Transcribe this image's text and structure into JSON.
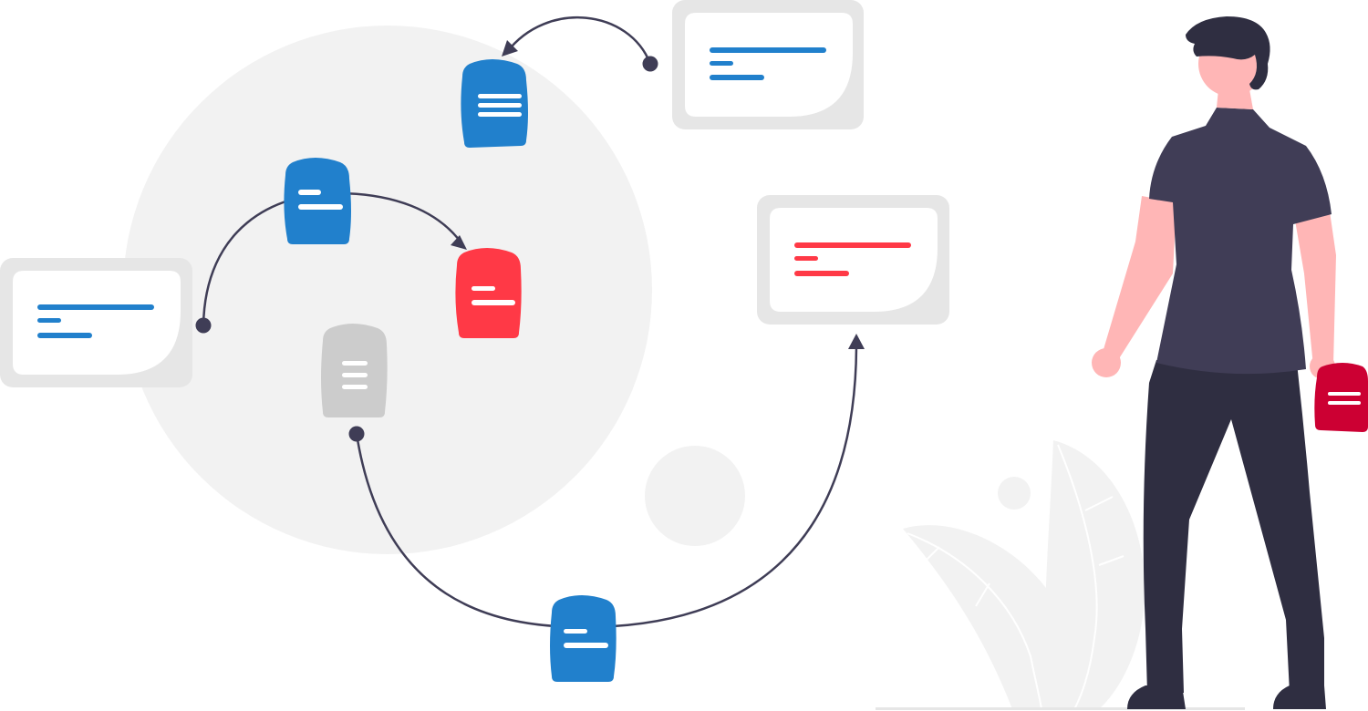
{
  "colors": {
    "background": "#ffffff",
    "circle_light": "#f2f2f2",
    "card_frame": "#e6e6e6",
    "card_inner": "#ffffff",
    "doc_blue": "#2180cc",
    "doc_red": "#ff3946",
    "doc_gray": "#cccccc",
    "doc_dark_red": "#cc0033",
    "connector": "#3f3d56",
    "line_white": "#ffffff",
    "shirt": "#403d56",
    "pants": "#2f2e41",
    "skin": "#ffb6b6",
    "hair": "#2f2e41",
    "plant": "#f2f2f2",
    "ground": "#e6e6e6"
  },
  "illustration": {
    "cards": [
      {
        "name": "card-top-blue",
        "accent": "blue"
      },
      {
        "name": "card-left-blue",
        "accent": "blue"
      },
      {
        "name": "card-right-red",
        "accent": "red"
      }
    ],
    "documents": [
      {
        "name": "document-top-blue",
        "color": "blue"
      },
      {
        "name": "document-mid-blue",
        "color": "blue"
      },
      {
        "name": "document-red",
        "color": "red"
      },
      {
        "name": "document-gray",
        "color": "gray"
      },
      {
        "name": "document-bottom-blue",
        "color": "blue"
      },
      {
        "name": "document-held-red",
        "color": "dark_red"
      }
    ],
    "connectors": [
      {
        "name": "connector-top-to-document",
        "arrow": true
      },
      {
        "name": "connector-left-to-red-document",
        "arrow": true
      },
      {
        "name": "connector-gray-to-right-card",
        "arrow": true
      }
    ]
  }
}
